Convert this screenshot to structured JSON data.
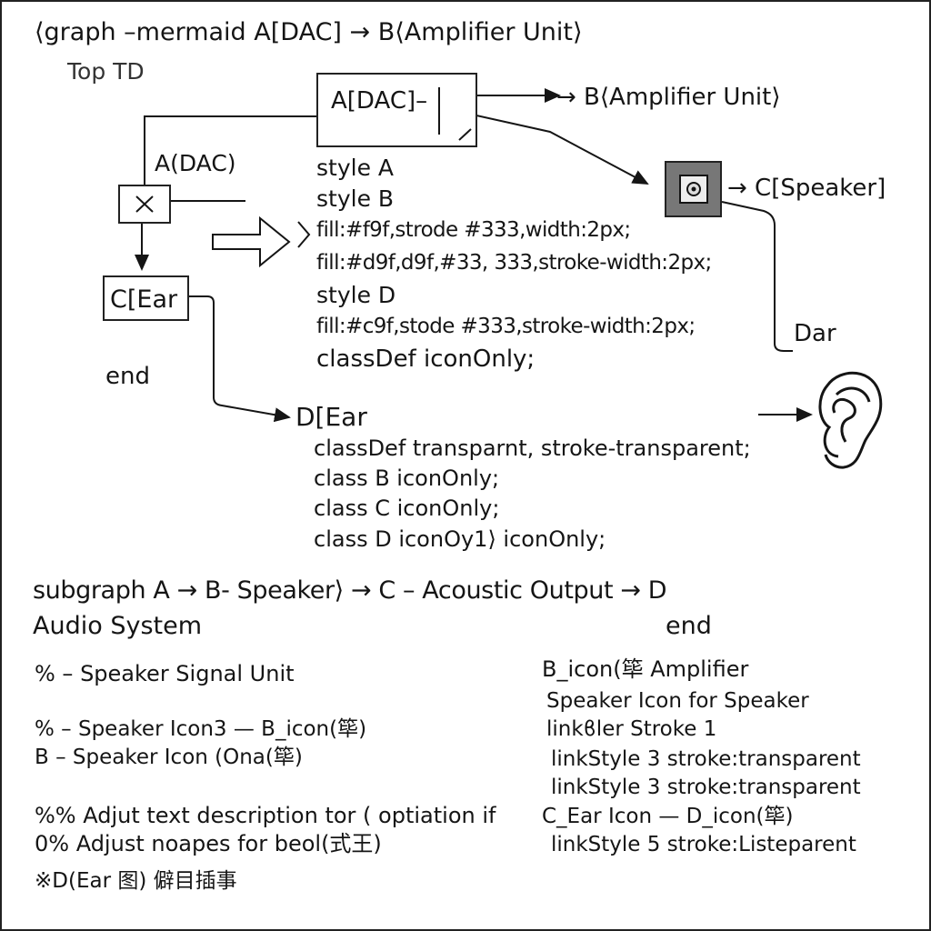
{
  "header": {
    "line1": "⟨graph –mermaid  A[DAC] → B⟨Amplifier Unit⟩",
    "line2": "Top TD"
  },
  "nodes": {
    "dac_box_label": "A[DAC]–",
    "amp_label": "→ B⟨Amplifier Unit⟩",
    "a_dac_label": "A(DAC)",
    "speaker_label": "→ C[Speaker]",
    "c_ear_label": "C[Ear",
    "dar_label": "Dar",
    "end_left": "end",
    "d_ear_label": "D[Ear"
  },
  "code_block": [
    "style A",
    "style B",
    "fill:#f9f,strode #333,width:2px;",
    "fill:#d9f,d9f,#33, 333,stroke-width:2px;",
    "style D",
    "fill:#c9f,stode #333,stroke-width:2px;",
    "classDef  iconOnly;"
  ],
  "class_block": [
    "classDef transparnt, stroke-transparent;",
    "class B iconOnly;",
    "class C iconOnly;",
    "class D iconOy1⟩  iconOnly;"
  ],
  "subgraph": {
    "line1": "subgraph A → B- Speaker⟩ → C – Acoustic Output → D",
    "line2_left": "Audio System",
    "line2_right": "end"
  },
  "notes_left": [
    "% – Speaker Signal Unit",
    "% – Speaker Icon3  — B_icon(筚)",
    "B – Speaker Icon (Ona(筚)",
    "%% Adjut text description tor ( optiation if",
    "0% Adjust noapes for beol(式王)",
    "※D(Ear 图) 僻目插事"
  ],
  "notes_right": [
    "B_icon(筚 Amplifier",
    "Speaker Icon for Speaker",
    "linkϐler Stroke 1",
    "linkStyle 3 stroke:transparent",
    "linkStyle 3 stroke:transparent",
    "C_Ear Icon — D_icon(筚)",
    "linkStyle 5 stroke:Listeparent"
  ],
  "icons": {
    "multiply": "close-icon",
    "speaker": "speaker-icon",
    "ear": "ear-icon",
    "arrow": "hollow-arrow-icon"
  },
  "colors": {
    "ink": "#151515",
    "speaker_fill": "#777777"
  }
}
